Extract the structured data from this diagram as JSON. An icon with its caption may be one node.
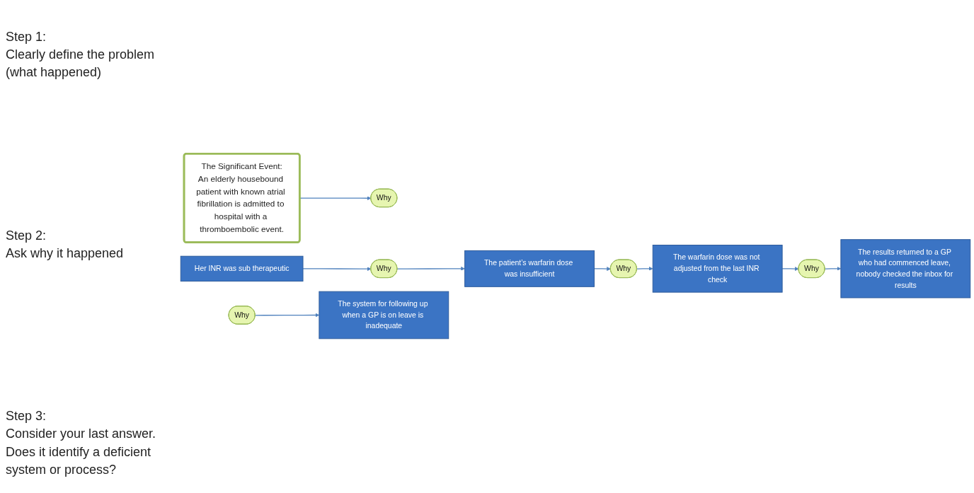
{
  "diagram": {
    "nodes": [
      {
        "text": [
          "The Significant Event:",
          "An elderly housebound patient with known atrial fibrillation is admitted to hospital with a thromboembolic event."
        ]
      },
      {
        "text": [
          "Why"
        ]
      },
      {
        "text": [
          "Her INR was sub therapeutic"
        ]
      },
      {
        "text": [
          "Why"
        ]
      },
      {
        "text": [
          "The patient’s warfarin dose was insufficient"
        ]
      },
      {
        "text": [
          "Why"
        ]
      },
      {
        "text": [
          "The warfarin dose was not adjusted from the last INR check"
        ]
      },
      {
        "text": [
          "Why"
        ]
      },
      {
        "text": [
          "The results returned to a GP who had commenced leave, nobody checked the inbox for results"
        ]
      },
      {
        "text": [
          "Why"
        ]
      },
      {
        "text": [
          "The system for following up when a GP is on leave is inadequate"
        ]
      }
    ],
    "edges": [
      {
        "from": 0,
        "to": 1,
        "arrow": "to"
      },
      {
        "from": 2,
        "to": 3,
        "arrow": "to"
      },
      {
        "from": 3,
        "to": 4,
        "arrow": "to"
      },
      {
        "from": 4,
        "to": 5,
        "arrow": "to"
      },
      {
        "from": 5,
        "to": 6,
        "arrow": "to"
      },
      {
        "from": 6,
        "to": 7,
        "arrow": "to"
      },
      {
        "from": 7,
        "to": 8,
        "arrow": "to"
      },
      {
        "from": 9,
        "to": 10,
        "arrow": "to"
      }
    ],
    "labels": [
      "Step 1:",
      "Clearly define the problem (what happened)",
      "Step 2:",
      "Ask why it happened",
      "Step 3:",
      "Consider your last answer. Does it identify a deficient system or process?"
    ]
  }
}
